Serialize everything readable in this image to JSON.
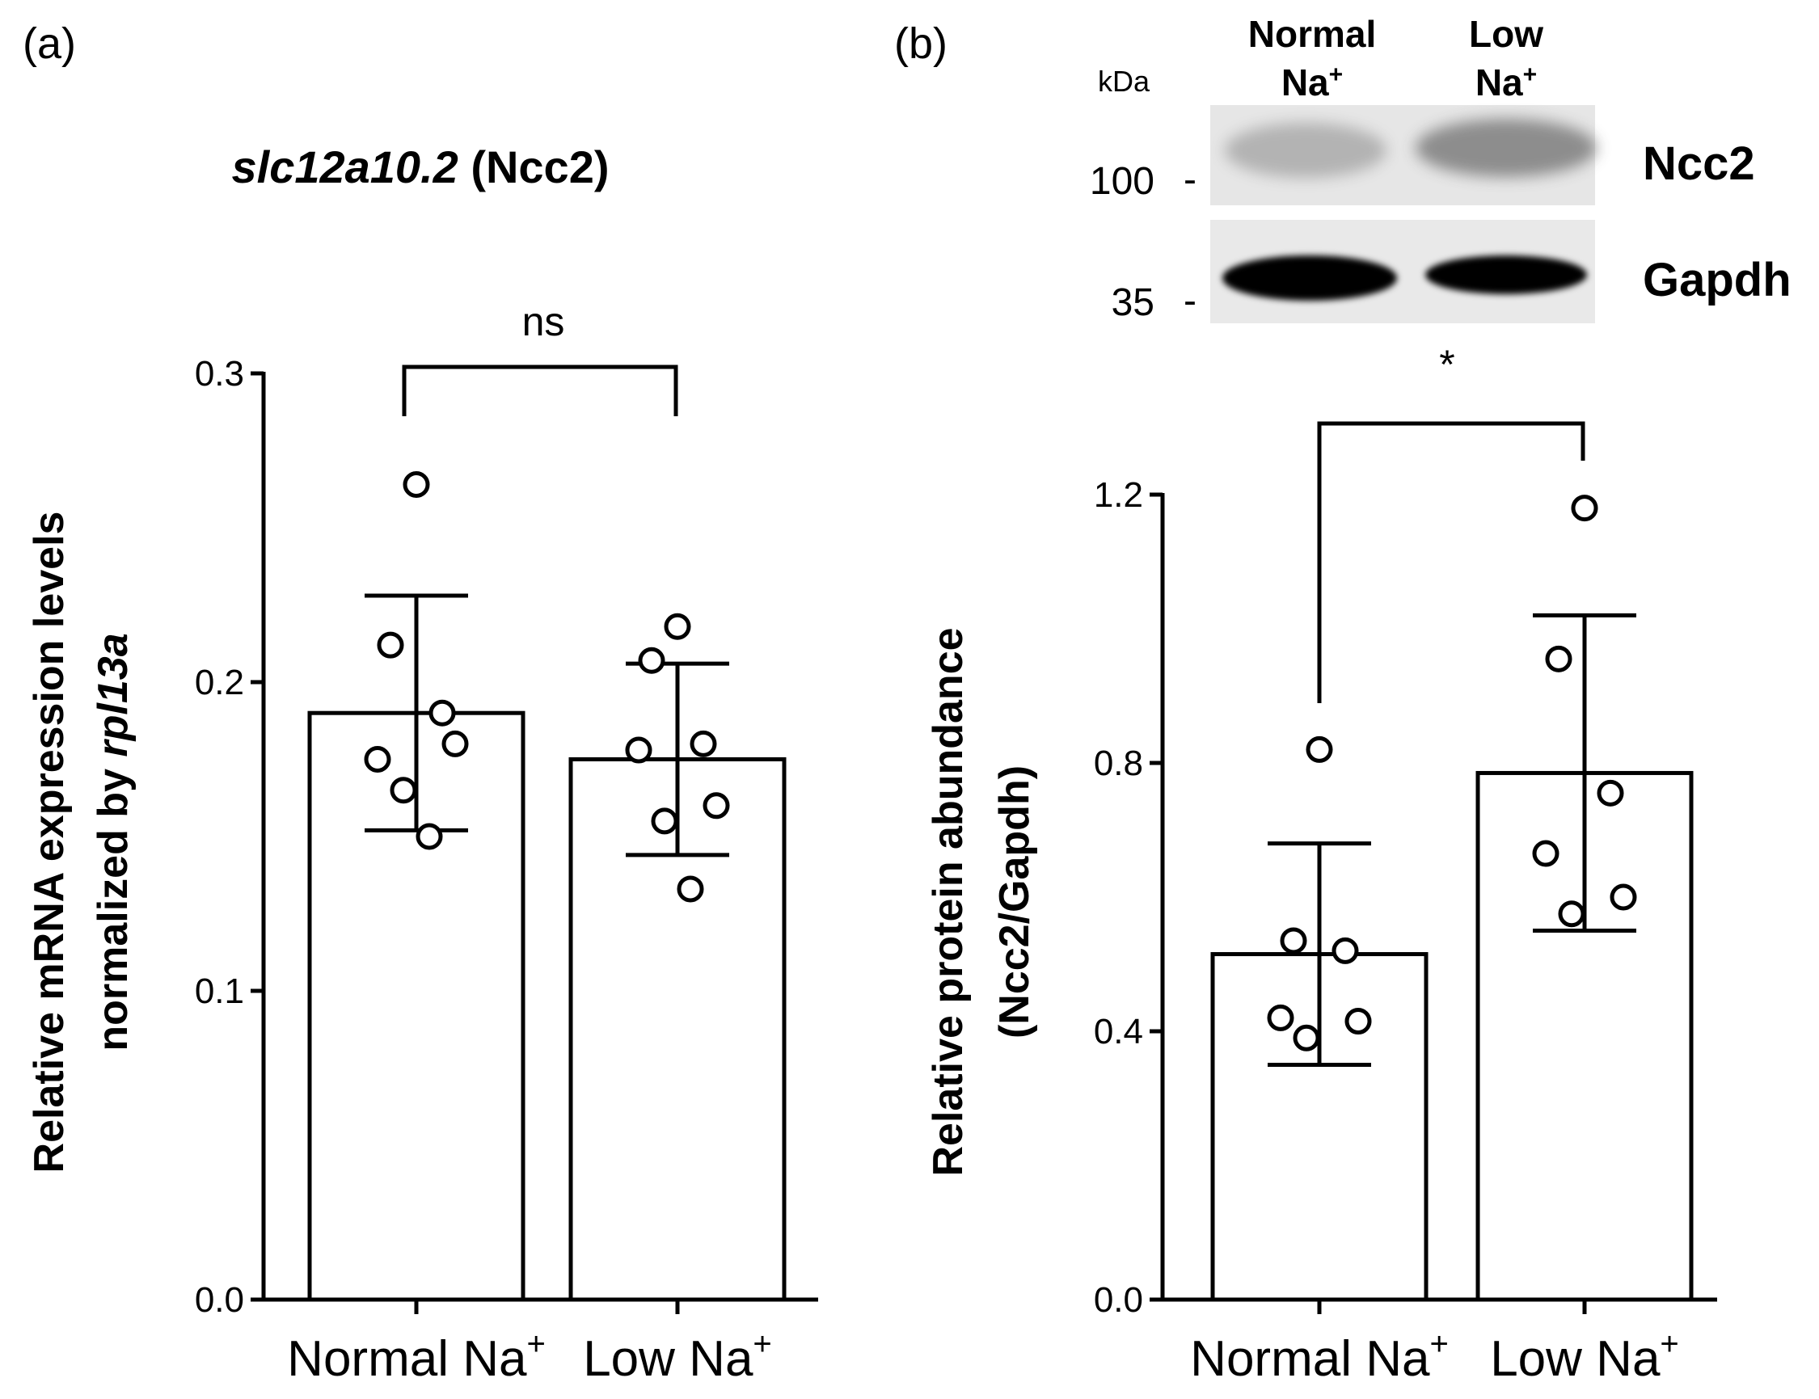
{
  "chart_data": [
    {
      "panel": "(a)",
      "type": "bar",
      "title_italic": "slc12a10.2",
      "title_rest": " (Ncc2)",
      "ylabel_line1": "Relative mRNA expression levels",
      "ylabel_line2_text": "normalized by ",
      "ylabel_line2_italic": "rpl13a",
      "xlabel": "",
      "ylim": [
        0,
        0.3
      ],
      "yticks": [
        0.0,
        0.1,
        0.2,
        0.3
      ],
      "ytick_labels": [
        "0.0",
        "0.1",
        "0.2",
        "0.3"
      ],
      "categories": [
        "Normal Na",
        "Low Na"
      ],
      "category_superscript": "+",
      "values": [
        0.19,
        0.175
      ],
      "sd": [
        0.038,
        0.031
      ],
      "points": [
        [
          0.264,
          0.212,
          0.19,
          0.175,
          0.18,
          0.165,
          0.15
        ],
        [
          0.218,
          0.207,
          0.18,
          0.178,
          0.16,
          0.155,
          0.133
        ]
      ],
      "significance": "ns"
    },
    {
      "panel": "(b)",
      "type": "bar",
      "title": "",
      "ylabel_line1": "Relative protein abundance",
      "ylabel_line2": "(Ncc2/Gapdh)",
      "xlabel": "",
      "ylim": [
        0,
        1.2
      ],
      "yticks": [
        0.0,
        0.4,
        0.8,
        1.2
      ],
      "ytick_labels": [
        "0.0",
        "0.4",
        "0.8",
        "1.2"
      ],
      "categories": [
        "Normal Na",
        "Low Na"
      ],
      "category_superscript": "+",
      "values": [
        0.515,
        0.785
      ],
      "sd": [
        0.165,
        0.235
      ],
      "points": [
        [
          0.82,
          0.535,
          0.52,
          0.42,
          0.415,
          0.39
        ],
        [
          1.18,
          0.955,
          0.755,
          0.665,
          0.6,
          0.575
        ]
      ],
      "significance": "*"
    }
  ],
  "western_blot": {
    "unit_label": "kDa",
    "lanes": [
      {
        "line1": "Normal",
        "line2": "Na",
        "sup": "+"
      },
      {
        "line1": "Low",
        "line2": "Na",
        "sup": "+"
      }
    ],
    "markers": [
      "100",
      "35"
    ],
    "bands": [
      "Ncc2",
      "Gapdh"
    ],
    "band_intensity": {
      "Ncc2": [
        0.35,
        0.55
      ],
      "Gapdh": [
        1.0,
        0.95
      ]
    }
  }
}
